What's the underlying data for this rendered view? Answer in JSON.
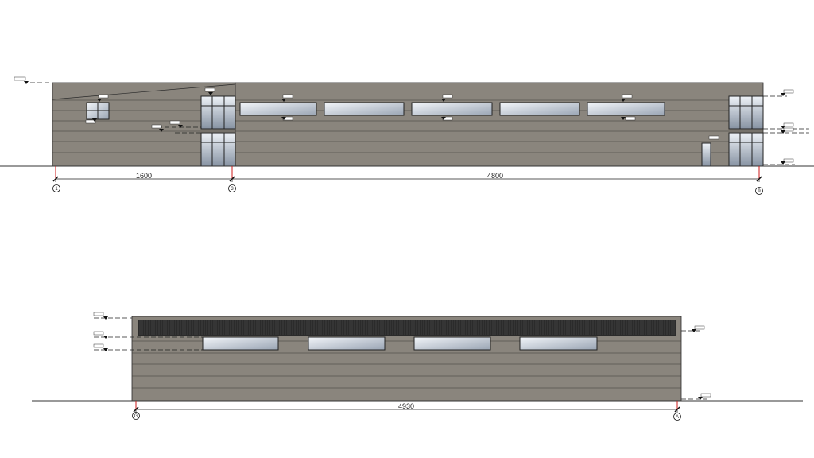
{
  "colors": {
    "cladding": "#8a857d",
    "cladding_line": "#3c3a36",
    "window_fill_top": "#e9eef4",
    "window_fill_bottom": "#8c97a6",
    "louver": "#2b2b2b",
    "grid_marker": "#cc1a1a",
    "ground": "#333333"
  },
  "elevation_1": {
    "dimensions": {
      "left_span": "1600",
      "right_span": "4800"
    },
    "axes": {
      "left": "1",
      "mid": "3",
      "right": "9"
    }
  },
  "elevation_2": {
    "dimensions": {
      "span": "4930"
    },
    "axes": {
      "left": "G",
      "right": "A"
    }
  }
}
